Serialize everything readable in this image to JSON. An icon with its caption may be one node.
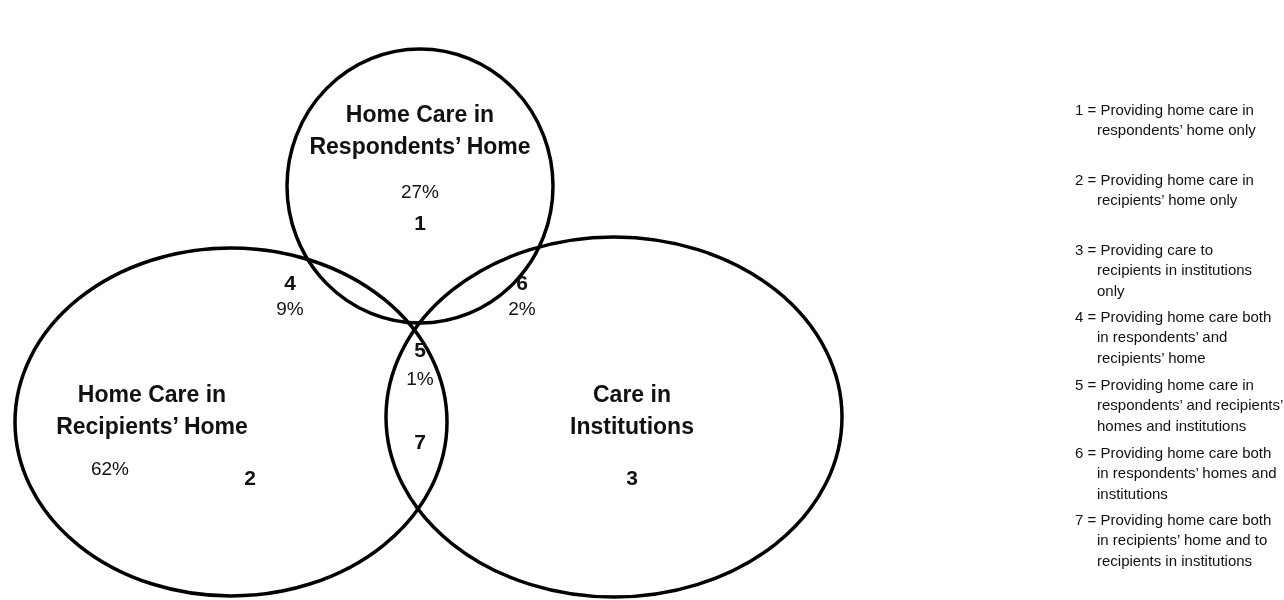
{
  "diagram": {
    "nodes": [
      {
        "text": [
          "Home Care in Respondents’ Home"
        ]
      },
      {
        "text": [
          "Home Care in Recipients’ Home"
        ]
      },
      {
        "text": [
          "Care in Institutions"
        ]
      }
    ],
    "labels": [
      "27%",
      "1",
      "4",
      "9%",
      "6",
      "2%",
      "5",
      "1%",
      "7",
      "62%",
      "2",
      "3",
      "1 = Providing home care in respondents’ home only",
      "2 = Providing home care in recipients’ home only",
      "3 = Providing care to recipients in institutions only",
      "4 = Providing home care both in respondents’ and recipients’ home",
      "5 = Providing home care in respondents’ and recipients’ homes and institutions",
      "6 = Providing home care both in respondents’ homes and institutions",
      "7 = Providing home care both in recipients’ home and to recipients in institutions"
    ]
  }
}
